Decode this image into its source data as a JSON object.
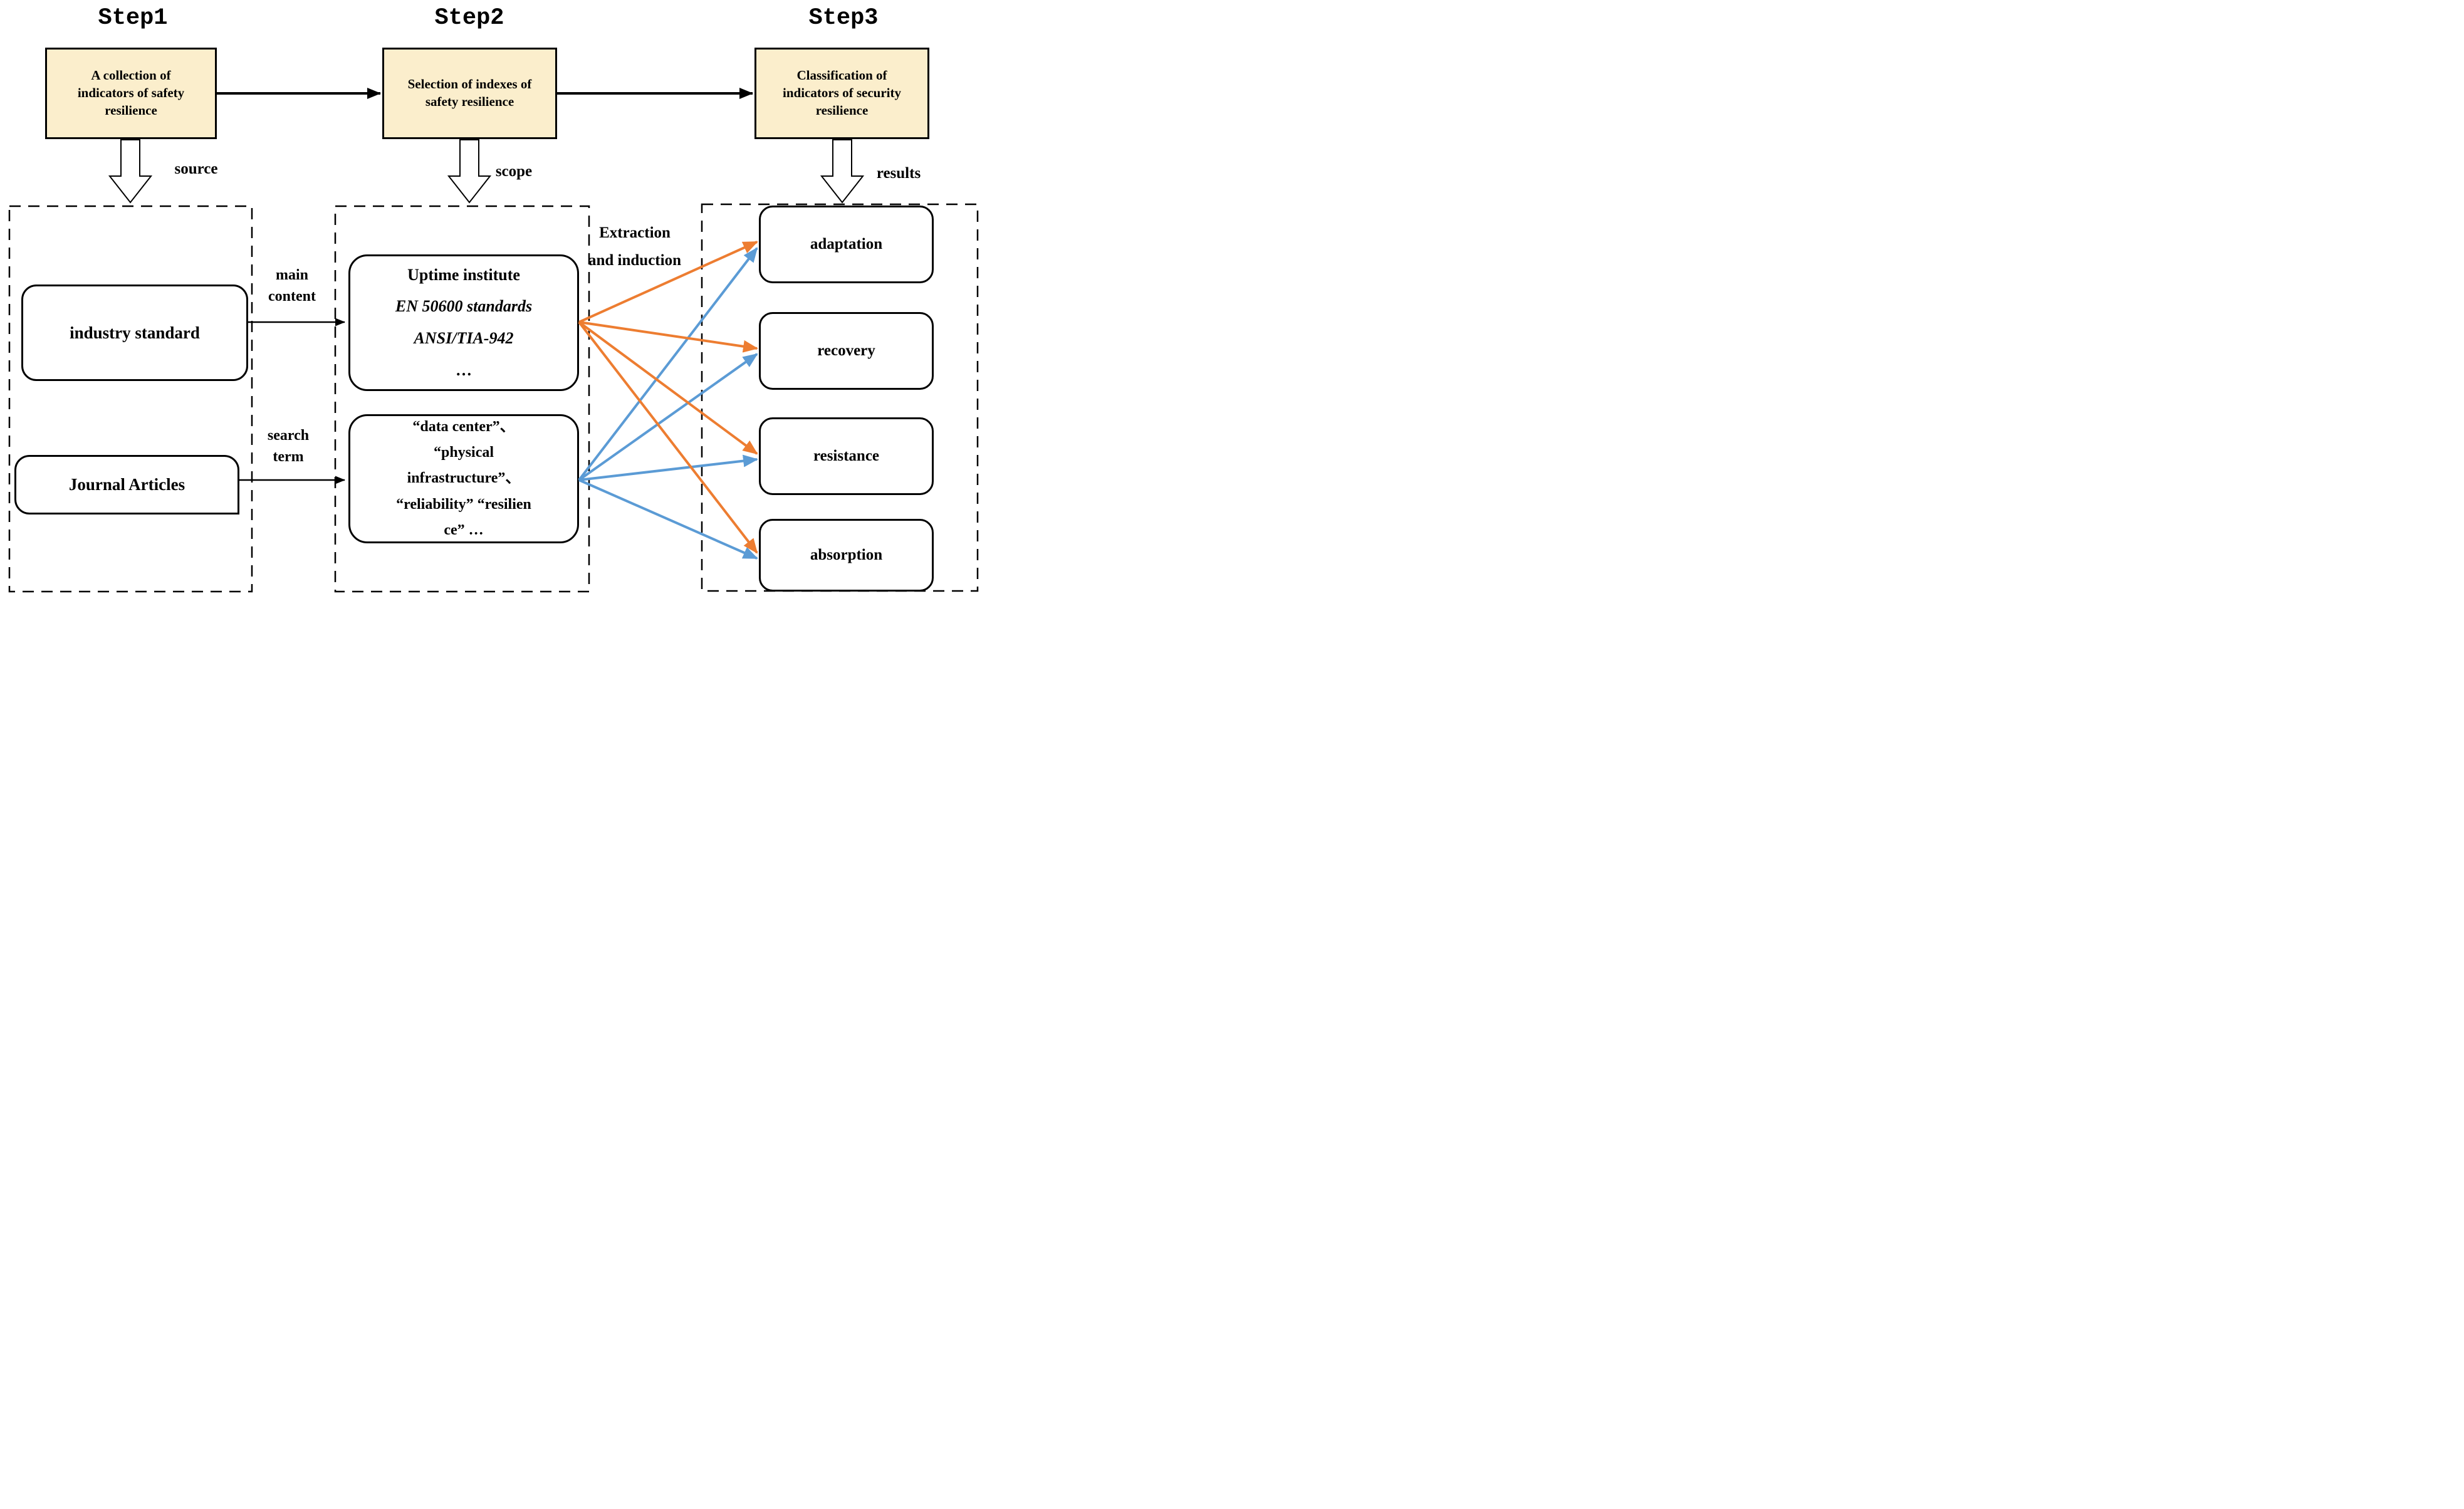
{
  "steps": [
    {
      "label": "Step1",
      "box_lines": [
        "A collection of",
        "indicators of safety",
        "resilience"
      ],
      "flow_label": "source"
    },
    {
      "label": "Step2",
      "box_lines": [
        "Selection of indexes of",
        "safety resilience"
      ],
      "flow_label": "scope"
    },
    {
      "label": "Step3",
      "box_lines": [
        "Classification of",
        "indicators of security",
        "resilience"
      ],
      "flow_label": "results"
    }
  ],
  "left_panel": {
    "items": [
      "industry standard",
      "Journal Articles"
    ]
  },
  "middle_panel": {
    "standards_box_lines": [
      "Uptime institute",
      "EN 50600 standards",
      "ANSI/TIA-942",
      "…"
    ],
    "search_box_lines": [
      "“data center”、",
      "“physical",
      "infrastructure”、",
      "“reliability” “resilien",
      "ce” …"
    ]
  },
  "right_panel": {
    "categories": [
      "adaptation",
      "recovery",
      "resistance",
      "absorption"
    ]
  },
  "edge_labels": {
    "main_content_lines": [
      "main",
      "content"
    ],
    "search_term_lines": [
      "search",
      "term"
    ],
    "extraction_lines": [
      "Extraction",
      "and induction"
    ]
  },
  "colors": {
    "step_box_fill": "#FBEECC",
    "arrow_orange": "#ED7D31",
    "arrow_blue": "#5B9BD5",
    "line_black": "#000000"
  }
}
